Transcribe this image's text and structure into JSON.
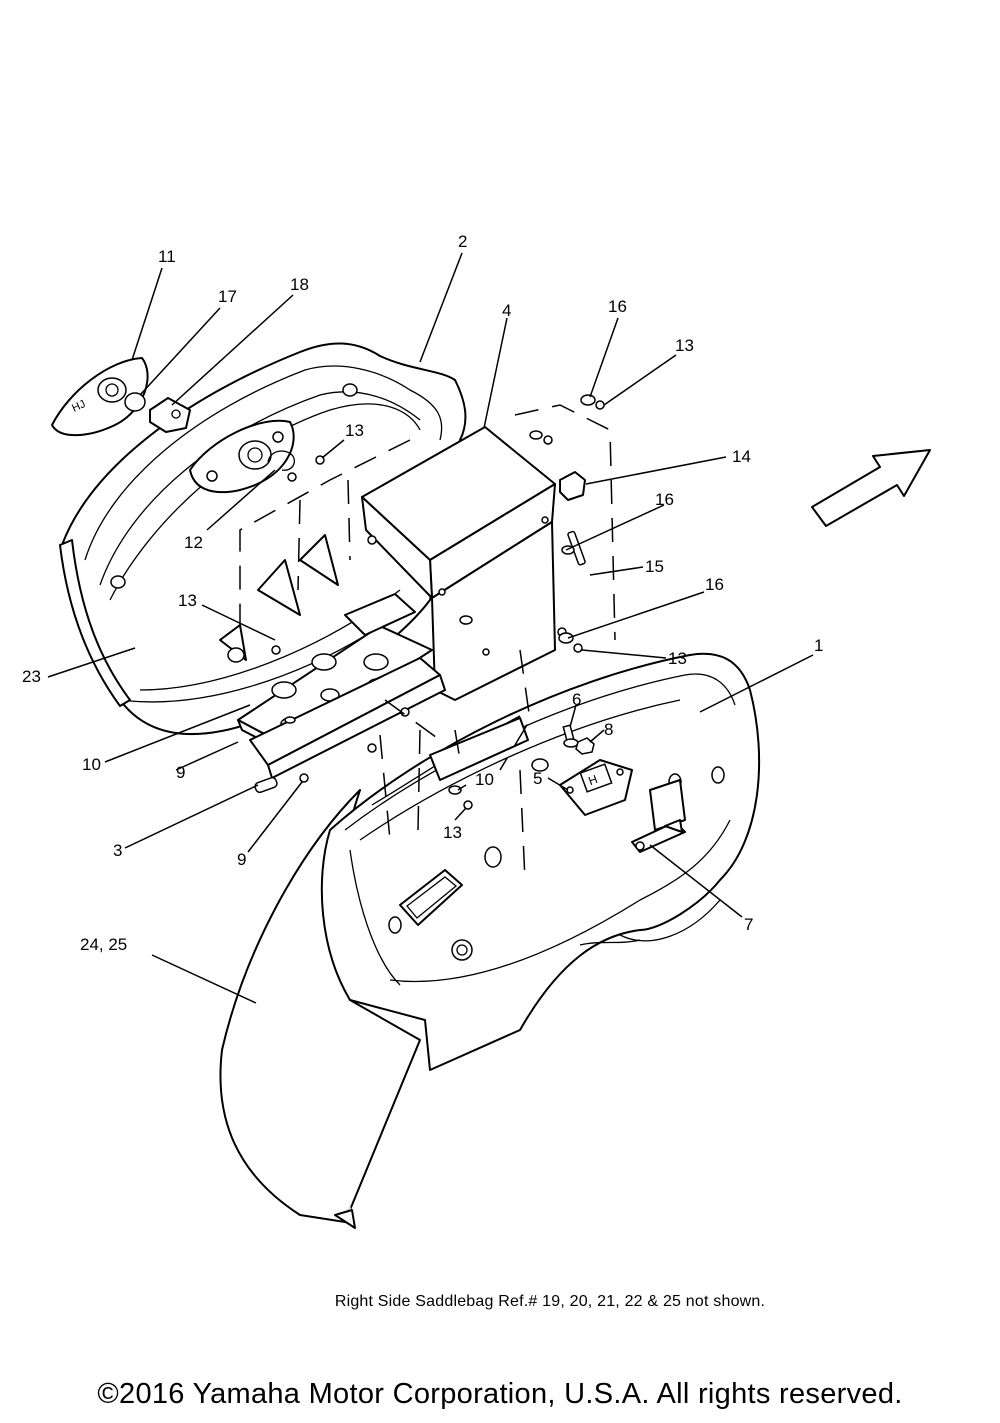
{
  "callouts": {
    "c1": "1",
    "c2": "2",
    "c3": "3",
    "c4": "4",
    "c5": "5",
    "c6": "6",
    "c7": "7",
    "c8": "8",
    "c9a": "9",
    "c9b": "9",
    "c10a": "10",
    "c10b": "10",
    "c11": "11",
    "c12": "12",
    "c13a": "13",
    "c13b": "13",
    "c13c": "13",
    "c13d": "13",
    "c13e": "13",
    "c14": "14",
    "c15": "15",
    "c16a": "16",
    "c16b": "16",
    "c16c": "16",
    "c17": "17",
    "c18": "18",
    "c23": "23",
    "c24": "24, 25"
  },
  "lock_label": "HJ",
  "note": "Right Side Saddlebag Ref.# 19, 20, 21, 22 & 25 not shown.",
  "copyright": "©2016 Yamaha Motor Corporation, U.S.A. All rights reserved."
}
